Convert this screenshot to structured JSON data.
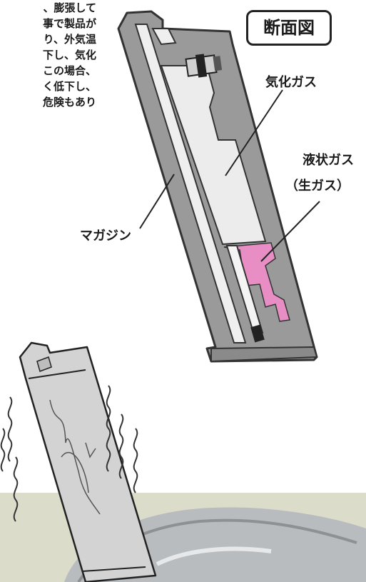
{
  "side_text": {
    "lines": [
      "、膨張して",
      "事で製品が",
      "",
      "り、外気温",
      "下し、気化",
      "この場合、",
      "く低下し、",
      "危険もあり"
    ]
  },
  "diagram": {
    "title": "断面図",
    "labels": {
      "vaporized_gas": "気化ガス",
      "liquid_gas_line1": "液状ガス",
      "liquid_gas_line2": "（生ガス）",
      "magazine": "マガジン"
    }
  },
  "colors": {
    "magazine_body": "#9a9a9a",
    "magazine_outline": "#333333",
    "gas_chamber": "#ececec",
    "liquid_gas": "#e88ec4",
    "photo_background": "#dcdccb"
  }
}
